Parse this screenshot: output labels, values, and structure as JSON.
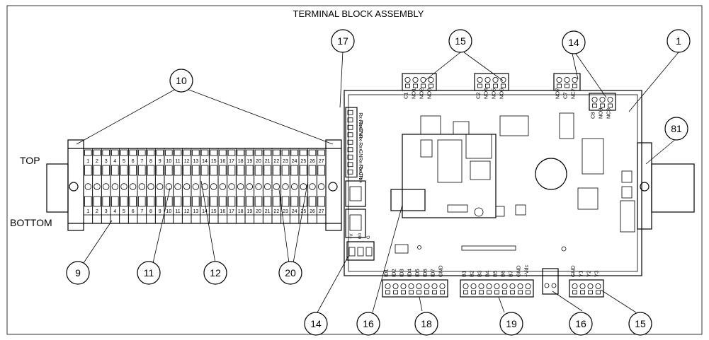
{
  "title": "TERMINAL BLOCK ASSEMBLY",
  "side_labels": {
    "top": "TOP",
    "bottom": "BOTTOM"
  },
  "terminal_numbers": [
    "1",
    "2",
    "3",
    "4",
    "5",
    "6",
    "7",
    "8",
    "9",
    "10",
    "11",
    "12",
    "13",
    "14",
    "15",
    "16",
    "17",
    "18",
    "19",
    "20",
    "21",
    "22",
    "23",
    "24",
    "25",
    "26",
    "27"
  ],
  "callouts": {
    "c10": "10",
    "c17": "17",
    "c15_top": "15",
    "c14_top": "14",
    "c1": "1",
    "c81": "81",
    "c9": "9",
    "c11": "11",
    "c12": "12",
    "c20": "20",
    "c14_bottom": "14",
    "c16_left": "16",
    "c18": "18",
    "c19": "19",
    "c16_right": "16",
    "c15_bottom": "15"
  },
  "connectors": {
    "top_left": [
      "C1",
      "NO1",
      "NO2",
      "NO3"
    ],
    "top_mid": [
      "C2",
      "NO4",
      "NO5",
      "NO6"
    ],
    "top_right_a": [
      "NO7",
      "C7",
      "NC7"
    ],
    "top_right_b": [
      "C8",
      "NO8",
      "NC8"
    ],
    "left_side": [
      "Rx-/Tx-",
      "Rx+/Tx+",
      "GN",
      "Rx-",
      "Rx+",
      "GN",
      "Rx-/Tx-",
      "Rx+/Tx+",
      "GN"
    ],
    "bottom_di": [
      "ID1",
      "ID2",
      "ID3",
      "ID4",
      "ID5",
      "ID6",
      "ID7",
      "GND"
    ],
    "bottom_b": [
      "B1",
      "B2",
      "B3",
      "B4",
      "B5",
      "B6",
      "B7",
      "GND",
      "+Vdc"
    ],
    "bottom_y": [
      "GND",
      "Y1",
      "Y2",
      "Y3"
    ],
    "power": [
      "+V",
      "G0",
      "G"
    ]
  }
}
